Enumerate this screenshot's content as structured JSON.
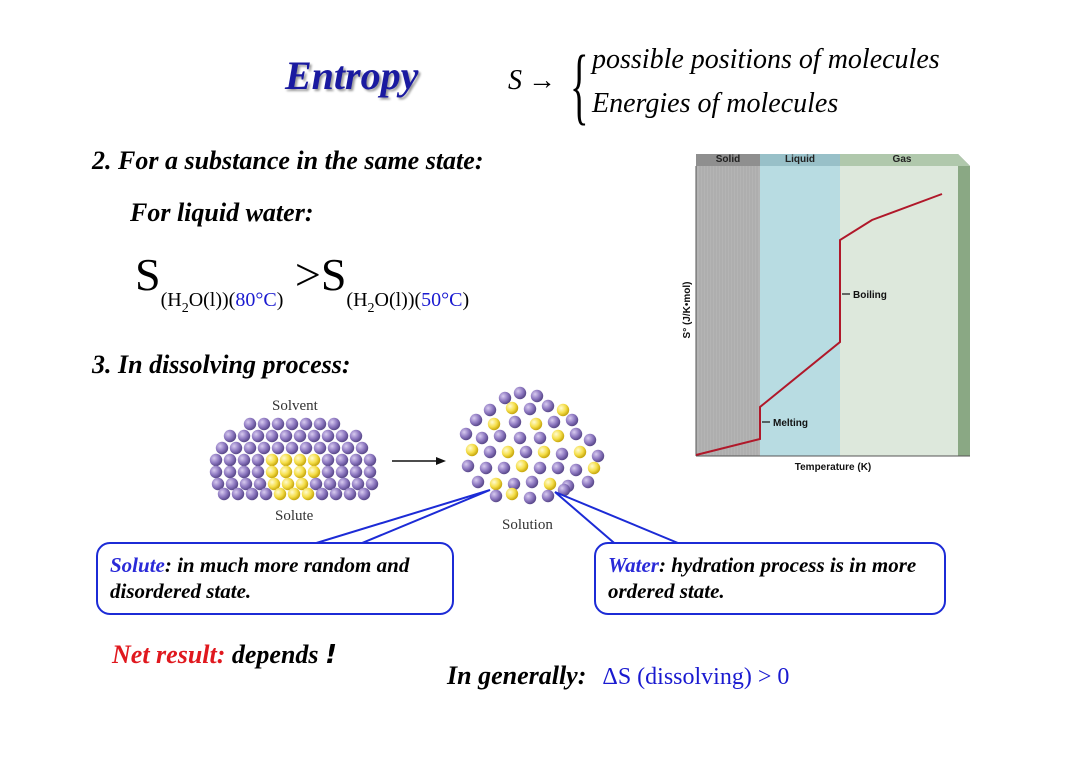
{
  "title": "Entropy",
  "entropy_def": {
    "symbol": "S",
    "arrow": "→",
    "items": [
      "possible  positions of  molecules",
      "Energies  of  molecules"
    ]
  },
  "section2": {
    "heading": "2. For a substance in the same state:",
    "subheading": "For  liquid water:",
    "formula": {
      "s1": "S",
      "sub1_pre": "(H",
      "sub1_2": "2",
      "sub1_post": "O(l))(",
      "temp1": "80°C",
      "close1": ")",
      "gt": " >",
      "s2": "S",
      "sub2_pre": "(H",
      "sub2_2": "2",
      "sub2_post": "O(l))(",
      "temp2": "50°C",
      "close2": ")"
    }
  },
  "section3": {
    "heading": "3. In dissolving process:",
    "diagram": {
      "solvent": "Solvent",
      "solute": "Solute",
      "solution": "Solution"
    }
  },
  "callouts": {
    "left": {
      "highlight": "Solute",
      "rest": ": in much more random and disordered state."
    },
    "right": {
      "highlight": "Water",
      "rest": ": hydration process is in more ordered state."
    }
  },
  "net_result": {
    "label": "Net result:",
    "text": " depends ",
    "mark": "!"
  },
  "in_generally": {
    "label": "In generally:",
    "value": "ΔS (dissolving) > 0"
  },
  "chart_data": {
    "type": "line",
    "regions": [
      "Solid",
      "Liquid",
      "Gas"
    ],
    "xlabel": "Temperature (K)",
    "ylabel": "S° (J/K•mol)",
    "annotations": [
      "Melting",
      "Boiling"
    ],
    "colors": {
      "solid": "#b4b4b4",
      "liquid": "#b8dce2",
      "gas": "#dde8dc",
      "line": "#b0182a"
    }
  }
}
